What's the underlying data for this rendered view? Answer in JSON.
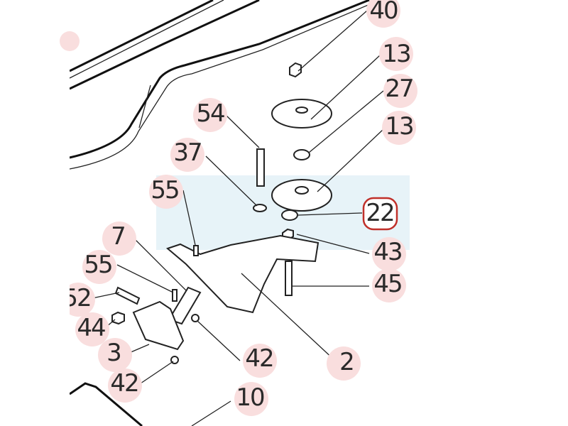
{
  "diagram": {
    "title": "Exploded parts diagram",
    "highlight_color": "#c0302a",
    "bubble_color": "#f9dede",
    "highlighted_part": "22",
    "callouts": [
      {
        "id": "c40",
        "label": "40"
      },
      {
        "id": "c13a",
        "label": "13"
      },
      {
        "id": "c27",
        "label": "27"
      },
      {
        "id": "c13b",
        "label": "13"
      },
      {
        "id": "c54",
        "label": "54"
      },
      {
        "id": "c37",
        "label": "37"
      },
      {
        "id": "c55a",
        "label": "55"
      },
      {
        "id": "c22",
        "label": "22"
      },
      {
        "id": "c7",
        "label": "7"
      },
      {
        "id": "c55b",
        "label": "55"
      },
      {
        "id": "c52",
        "label": "52"
      },
      {
        "id": "c43",
        "label": "43"
      },
      {
        "id": "c45",
        "label": "45"
      },
      {
        "id": "c44",
        "label": "44"
      },
      {
        "id": "c3",
        "label": "3"
      },
      {
        "id": "c42a",
        "label": "42"
      },
      {
        "id": "c2",
        "label": "2"
      },
      {
        "id": "c42b",
        "label": "42"
      },
      {
        "id": "c10",
        "label": "10"
      }
    ]
  }
}
